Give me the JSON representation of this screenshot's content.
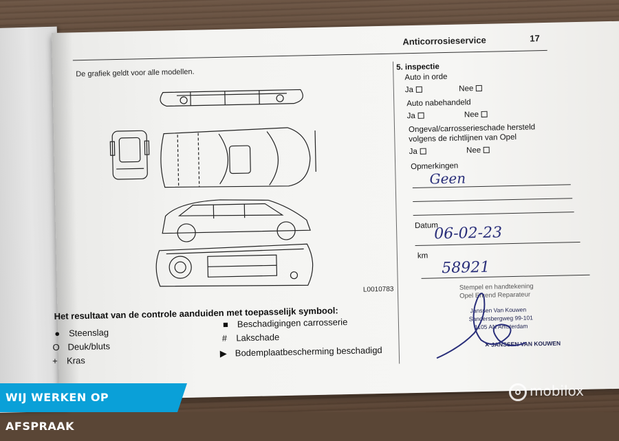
{
  "page": {
    "header_title": "Anticorrosieservice",
    "page_number": "17",
    "diagram_caption": "De grafiek geldt voor alle modellen.",
    "diagram_code": "L0010783"
  },
  "legend": {
    "title": "Het resultaat van de controle aanduiden met toepasselijk symbool:",
    "items": [
      {
        "symbol": "●",
        "label": "Steenslag"
      },
      {
        "symbol": "O",
        "label": "Deuk/bluts"
      },
      {
        "symbol": "+",
        "label": "Kras"
      },
      {
        "symbol": "■",
        "label": "Beschadigingen carrosserie"
      },
      {
        "symbol": "#",
        "label": "Lakschade"
      },
      {
        "symbol": "▶",
        "label": "Bodemplaatbescherming beschadigd"
      }
    ]
  },
  "inspection": {
    "title": "5. inspectie",
    "q1": "Auto in orde",
    "q2": "Auto nabehandeld",
    "q3_line1": "Ongeval/carrosserieschade hersteld",
    "q3_line2": "volgens de richtlijnen van Opel",
    "ja": "Ja",
    "nee": "Nee",
    "remarks_label": "Opmerkingen",
    "remarks_value": "Geen",
    "date_label": "Datum",
    "date_value": "06-02-23",
    "km_label": "km",
    "km_value": "58921",
    "stamp_label_1": "Stempel en handtekening",
    "stamp_label_2": "Opel Erkend Reparateur",
    "stamp_line_1": "Janssen Van Kouwen",
    "stamp_line_2": "Sandersbergweg 99-101",
    "stamp_line_3": "1105 AN Amsterdam",
    "stamp_brand": "JANSSEN VAN KOUWEN"
  },
  "overlay": {
    "banner": "WIJ WERKEN OP AFSPRAAK",
    "watermark": "mobilox",
    "banner_color": "#0aa0d8"
  }
}
